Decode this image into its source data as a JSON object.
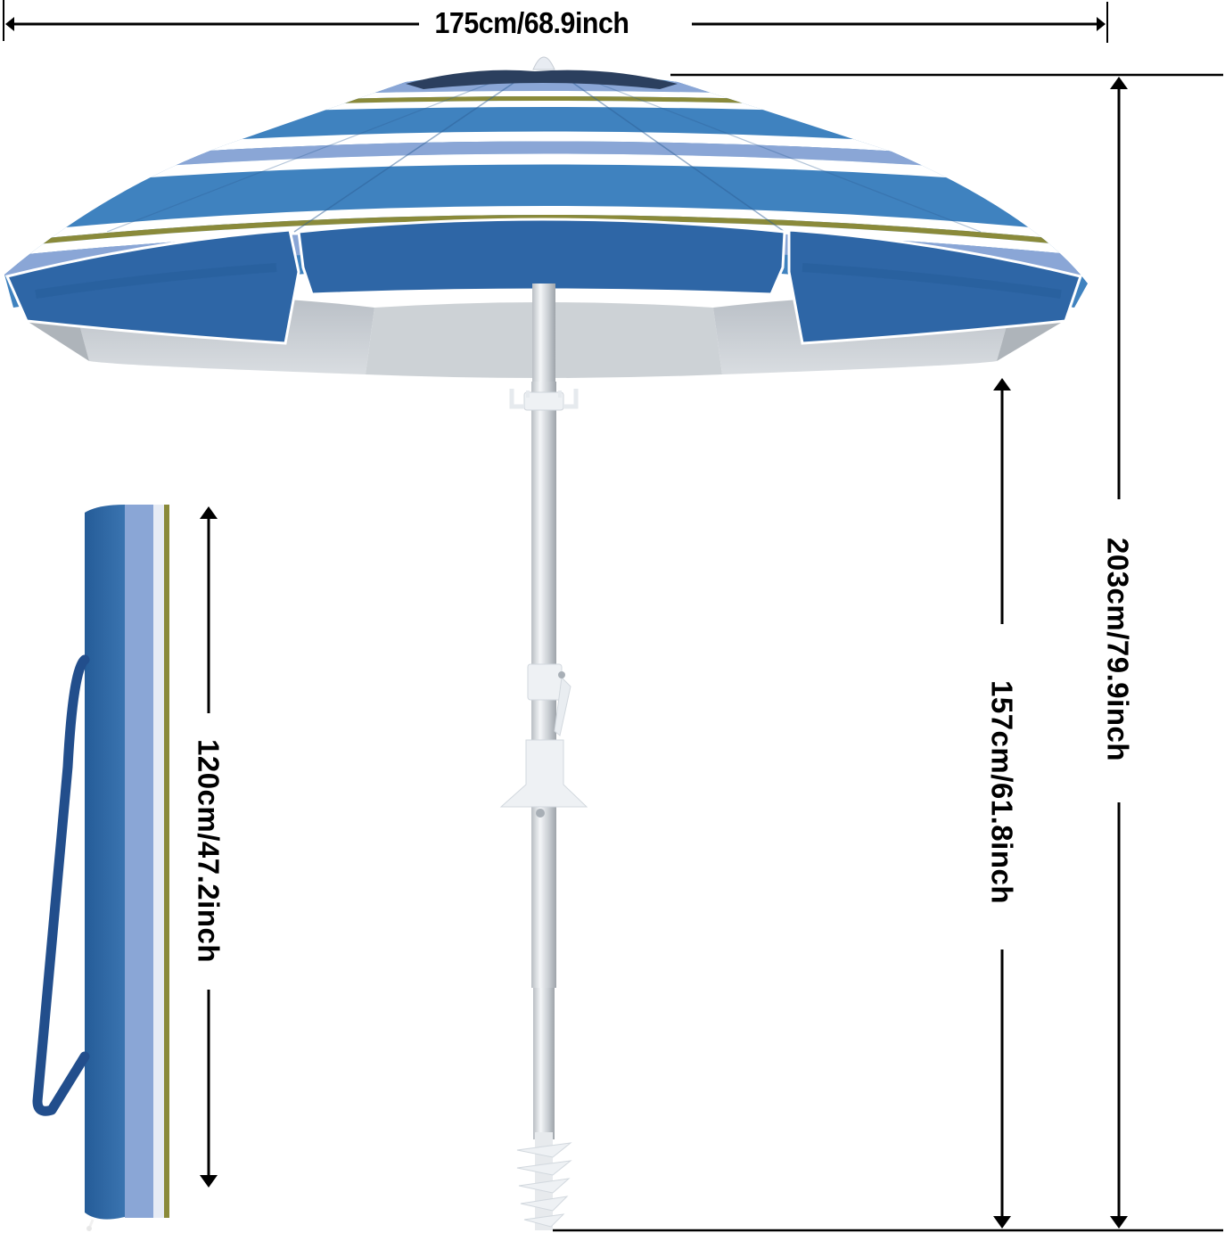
{
  "product": {
    "name": "Beach umbrella with carry bag",
    "colors": {
      "stripe_dark_blue": "#2f6aa8",
      "stripe_mid_blue": "#3f82bf",
      "stripe_light_blue": "#8aa6d6",
      "stripe_white": "#ffffff",
      "stripe_olive": "#8a8a3a",
      "valance_blue": "#2e66a6",
      "underside_grey": "#c9ced3",
      "pole_silver": "#cfd3d7",
      "bag_strap": "#224e8c",
      "dimension_line": "#000000"
    }
  },
  "dimensions": {
    "width": {
      "label": "175cm/68.9inch",
      "cm": 175,
      "inch": 68.9,
      "orientation": "horizontal"
    },
    "total_height": {
      "label": "203cm/79.9inch",
      "cm": 203,
      "inch": 79.9,
      "orientation": "vertical"
    },
    "under_canopy_height": {
      "label": "157cm/61.8inch",
      "cm": 157,
      "inch": 61.8,
      "orientation": "vertical"
    },
    "bag_length": {
      "label": "120cm/47.2inch",
      "cm": 120,
      "inch": 47.2,
      "orientation": "vertical"
    }
  }
}
